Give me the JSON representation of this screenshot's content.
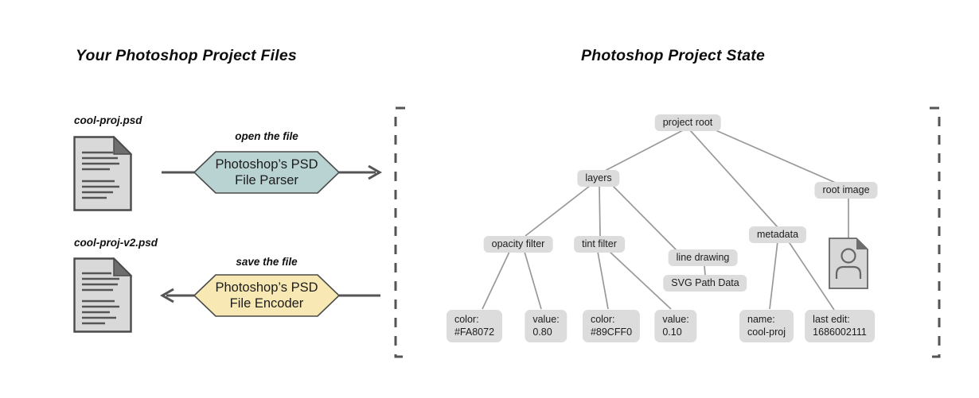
{
  "titles": {
    "left": "Your Photoshop Project Files",
    "right": "Photoshop Project State"
  },
  "left_panel": {
    "file_top": {
      "label": "cool-proj.psd"
    },
    "file_bottom": {
      "label": "cool-proj-v2.psd"
    },
    "parser": {
      "annotation": "open the file",
      "label": "Photoshop’s PSD File Parser",
      "fill": "#b9d3d3"
    },
    "encoder": {
      "annotation": "save the file",
      "label": "Photoshop’s PSD File Encoder",
      "fill": "#f7e8b4"
    }
  },
  "tree": {
    "nodes": {
      "project_root": "project root",
      "layers": "layers",
      "root_image": "root image",
      "metadata": "metadata",
      "opacity_filter": "opacity filter",
      "tint_filter": "tint filter",
      "line_drawing": "line drawing",
      "svg_path_data": "SVG Path Data"
    },
    "leaves": {
      "opacity_color": {
        "label": "color:",
        "value": "#FA8072"
      },
      "opacity_value": {
        "label": "value:",
        "value": "0.80"
      },
      "tint_color": {
        "label": "color:",
        "value": "#89CFF0"
      },
      "tint_value": {
        "label": "value:",
        "value": "0.10"
      },
      "meta_name": {
        "label": "name:",
        "value": "cool-proj"
      },
      "meta_lastedit": {
        "label": "last edit:",
        "value": "1686002111"
      }
    }
  },
  "icons": {
    "psd_file": "document-with-text-lines",
    "root_image_file": "image-file-with-person",
    "arrows": "open-chevron-arrowheads",
    "brackets": "dashed-square-brackets"
  },
  "colors": {
    "node_bg": "#dcdcdc",
    "tree_edge": "#999999",
    "flow_line": "#555555",
    "parser_fill": "#b9d3d3",
    "encoder_fill": "#f7e8b4",
    "file_fill": "#d9d9d9",
    "fold_fill": "#6e6e6e",
    "text": "#1c1c1c"
  }
}
